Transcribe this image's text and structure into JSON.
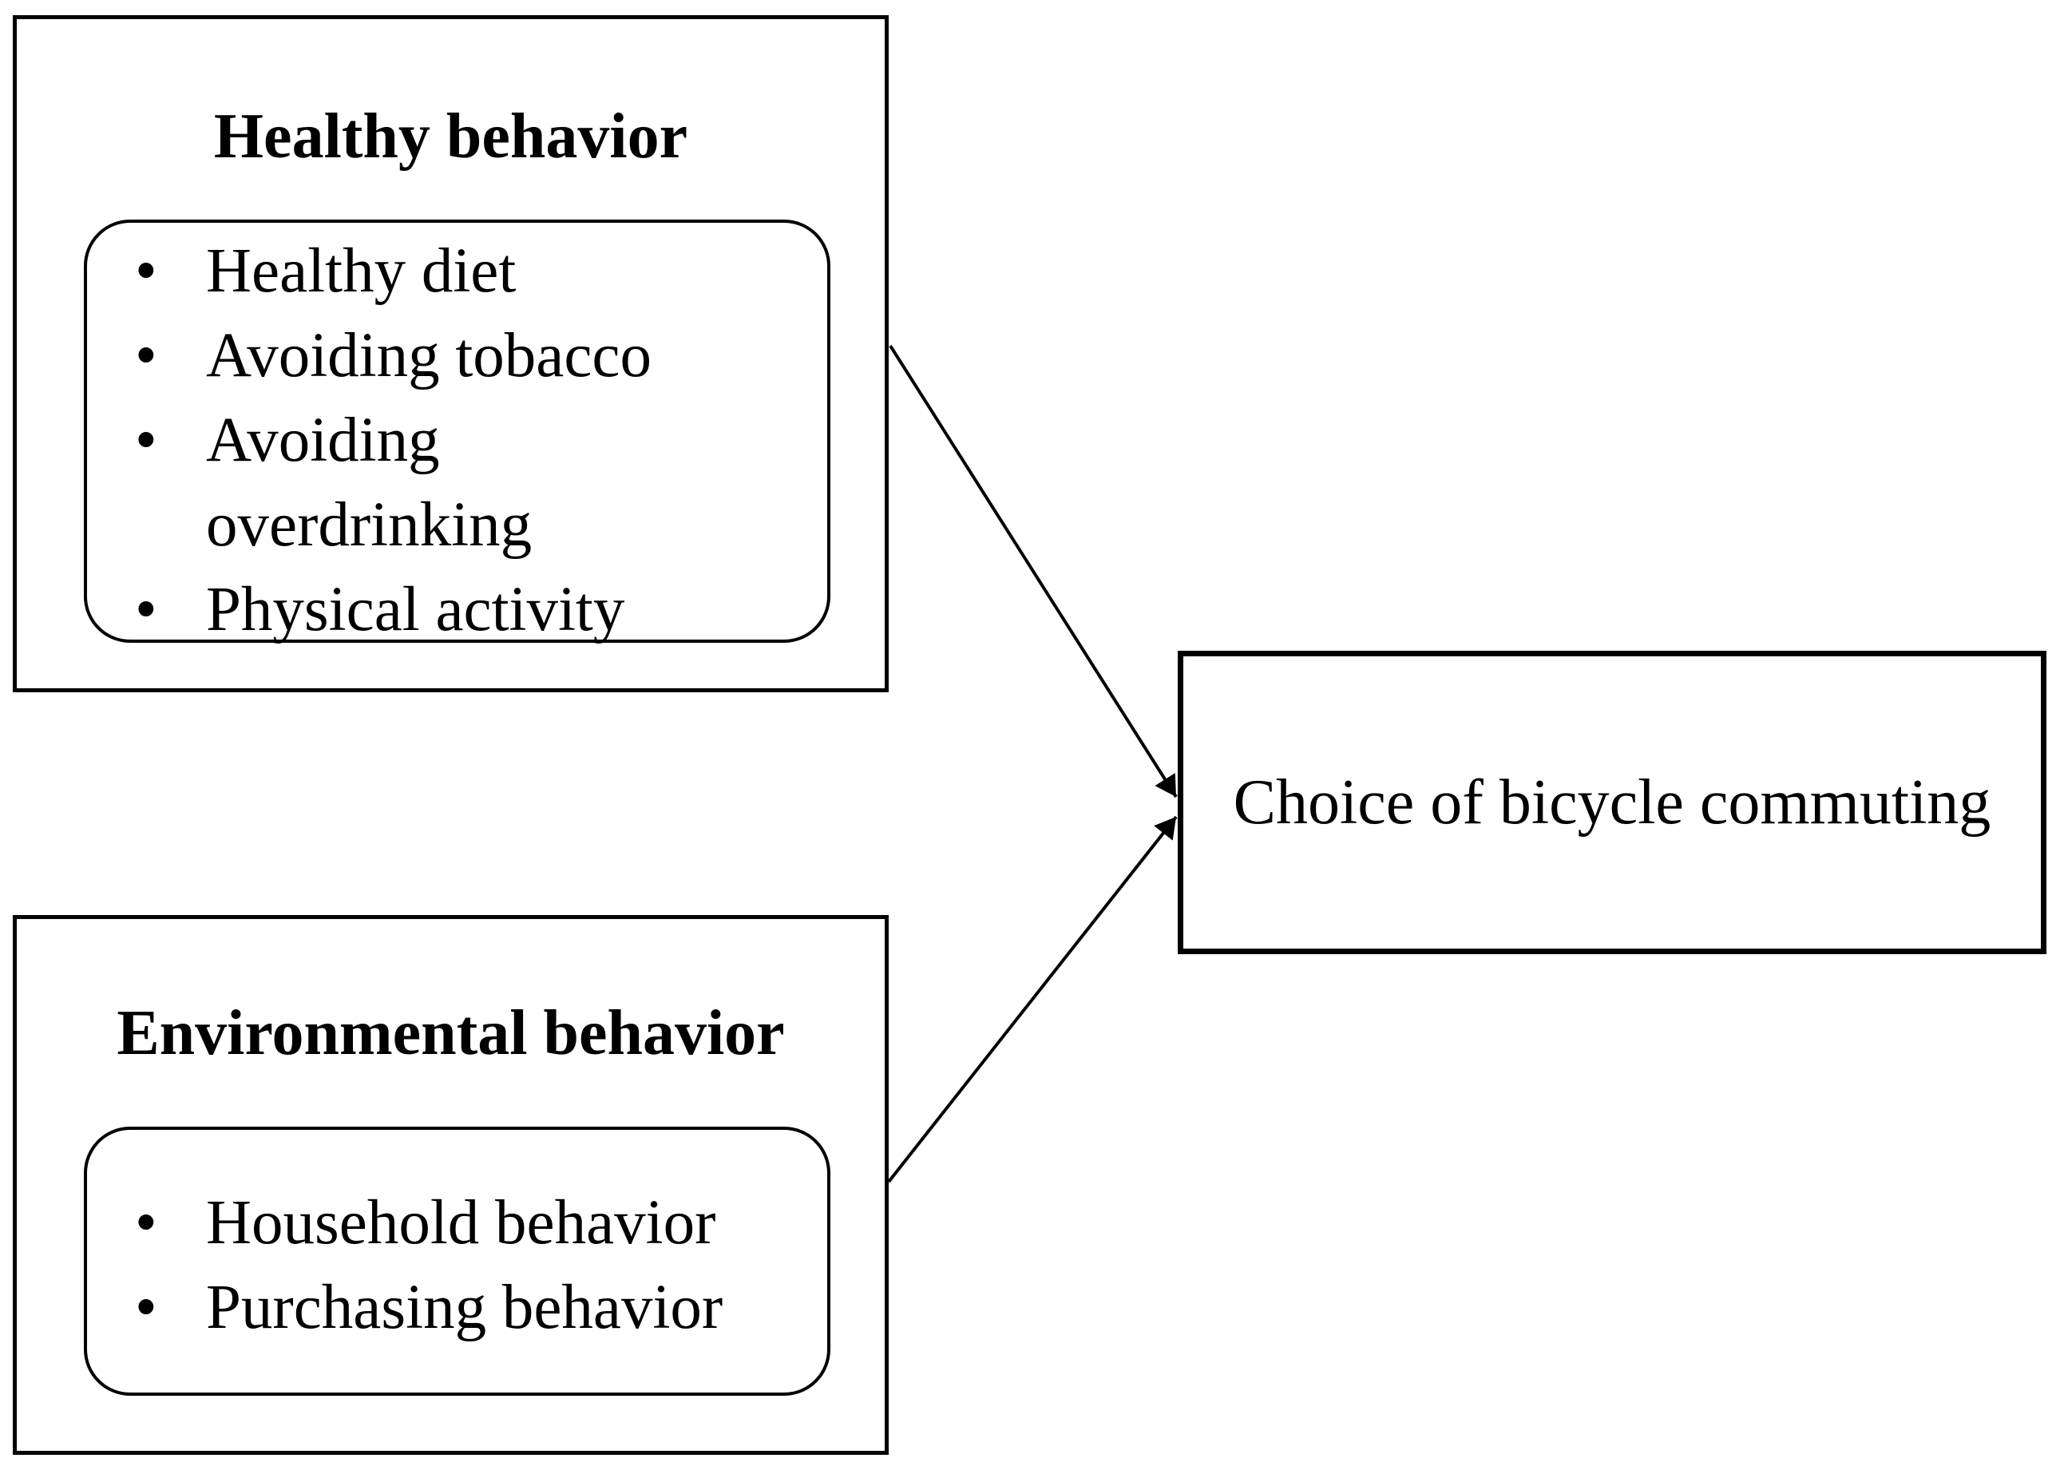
{
  "canvas": {
    "background": "#ffffff",
    "ink": "#000000"
  },
  "healthy_box": {
    "title": "Healthy behavior",
    "items": [
      "Healthy diet",
      "Avoiding tobacco",
      "Avoiding overdrinking",
      "Physical activity"
    ]
  },
  "environmental_box": {
    "title": "Environmental behavior",
    "items": [
      "Household behavior",
      "Purchasing behavior"
    ]
  },
  "outcome_box": {
    "label": "Choice of bicycle commuting"
  },
  "connections": [
    {
      "from": "Healthy behavior",
      "to": "Choice of bicycle commuting"
    },
    {
      "from": "Environmental behavior",
      "to": "Choice of bicycle commuting"
    }
  ]
}
